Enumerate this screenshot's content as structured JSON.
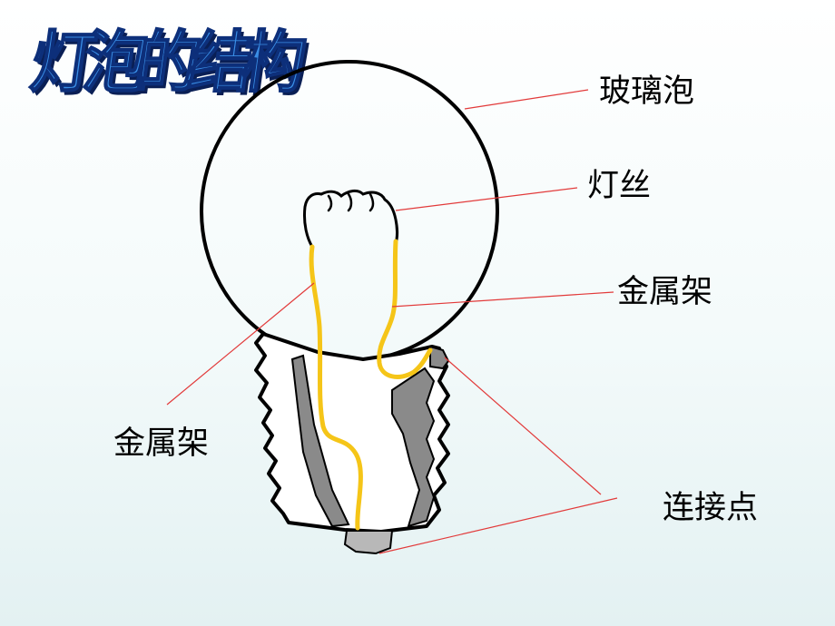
{
  "title": "灯泡的结构",
  "labels": {
    "glass_bulb": "玻璃泡",
    "filament": "灯丝",
    "metal_frame_right": "金属架",
    "metal_frame_left": "金属架",
    "contact_points": "连接点"
  },
  "colors": {
    "title_fill": "#3a8ee6",
    "title_outline": "#0d2f7a",
    "leader_line": "#e23a3a",
    "wire": "#f5c518",
    "outline": "#000000",
    "shadow_gray": "#8a8a8a",
    "contact_gray": "#b8b8b8"
  }
}
